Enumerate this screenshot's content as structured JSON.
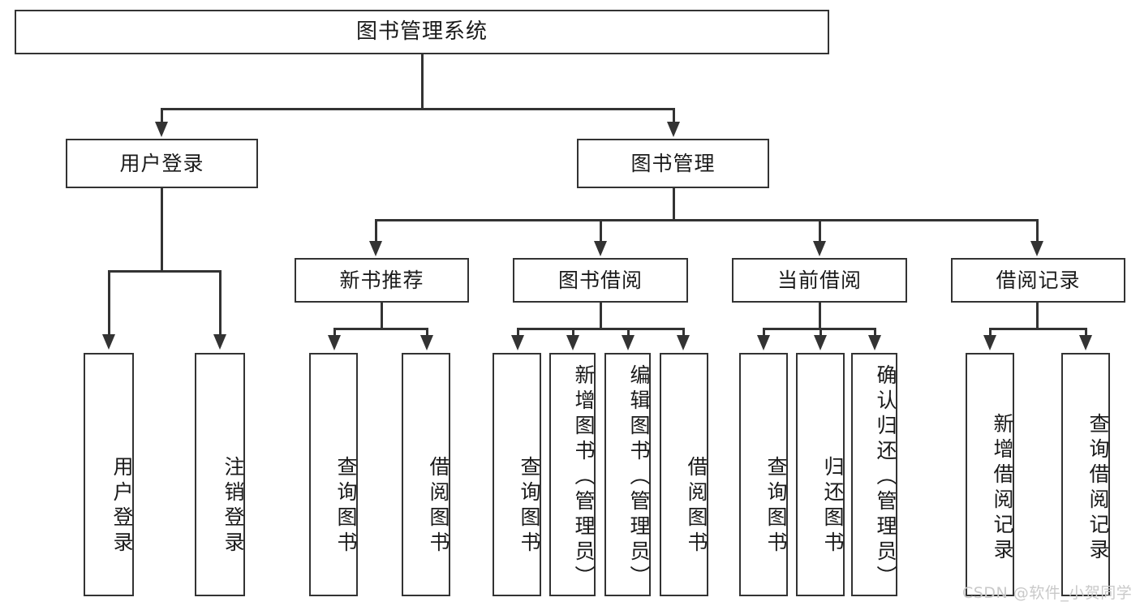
{
  "diagram": {
    "title": "图书管理系统",
    "type": "tree-hierarchy-chart",
    "root": {
      "label": "图书管理系统"
    },
    "level2": [
      {
        "label": "用户登录"
      },
      {
        "label": "图书管理"
      }
    ],
    "level3": [
      {
        "label": "新书推荐"
      },
      {
        "label": "图书借阅"
      },
      {
        "label": "当前借阅"
      },
      {
        "label": "借阅记录"
      }
    ],
    "leaves": {
      "user_login": [
        {
          "label": "用户登录"
        },
        {
          "label": "注销登录"
        }
      ],
      "new_book_recommend": [
        {
          "label": "查询图书"
        },
        {
          "label": "借阅图书"
        }
      ],
      "book_borrow": [
        {
          "label": "查询图书"
        },
        {
          "label": "新增图书（管理员）"
        },
        {
          "label": "编辑图书（管理员）"
        },
        {
          "label": "借阅图书"
        }
      ],
      "current_borrow": [
        {
          "label": "查询图书"
        },
        {
          "label": "归还图书"
        },
        {
          "label": "确认归还（管理员）"
        }
      ],
      "borrow_record": [
        {
          "label": "新增借阅记录"
        },
        {
          "label": "查询借阅记录"
        }
      ]
    }
  },
  "watermark": {
    "text": "CSDN @软件_小贺同学"
  },
  "colors": {
    "stroke": "#333333",
    "text": "#1a1a1a",
    "background": "#ffffff",
    "watermark": "#c9c9c9"
  }
}
